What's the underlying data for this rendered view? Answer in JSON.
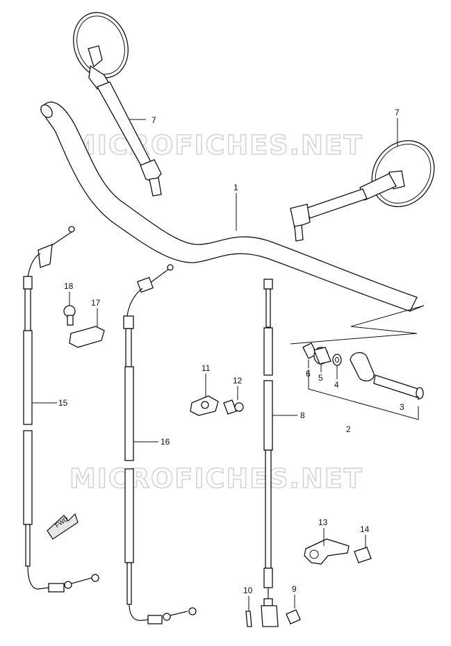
{
  "watermarks": [
    "MICROFICHES.NET",
    "MICROFICHES.NET"
  ],
  "fwd_label": "FWD",
  "labels": {
    "p1": "1",
    "p2": "2",
    "p3": "3",
    "p4": "4",
    "p5": "5",
    "p6": "6",
    "p7a": "7",
    "p7b": "7",
    "p8": "8",
    "p9": "9",
    "p10": "10",
    "p11": "11",
    "p12": "12",
    "p13": "13",
    "p14": "14",
    "p15": "15",
    "p16": "16",
    "p17": "17",
    "p18": "18"
  }
}
